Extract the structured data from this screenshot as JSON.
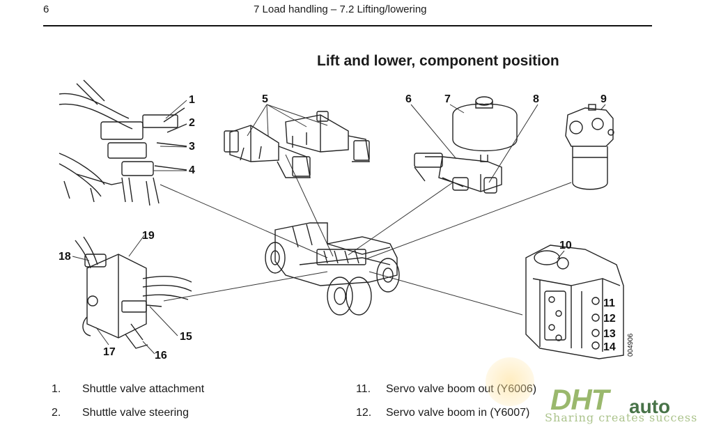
{
  "header": {
    "page_number": "6",
    "section_title": "7 Load handling – 7.2 Lifting/lowering"
  },
  "section_heading": "Lift and lower, component position",
  "figure": {
    "callouts": [
      "1",
      "2",
      "3",
      "4",
      "5",
      "6",
      "7",
      "8",
      "9",
      "10",
      "11",
      "12",
      "13",
      "14",
      "15",
      "16",
      "17",
      "18",
      "19"
    ],
    "drawing_code": "004906"
  },
  "legend": [
    {
      "num": "1.",
      "text": "Shuttle valve attachment"
    },
    {
      "num": "2.",
      "text": "Shuttle valve steering"
    },
    {
      "num": "11.",
      "text": "Servo valve boom out (Y6006)"
    },
    {
      "num": "12.",
      "text": "Servo valve boom in (Y6007)"
    }
  ],
  "watermark": {
    "logo": "DHT",
    "logo_suffix": "auto",
    "tagline": "Sharing creates success"
  }
}
